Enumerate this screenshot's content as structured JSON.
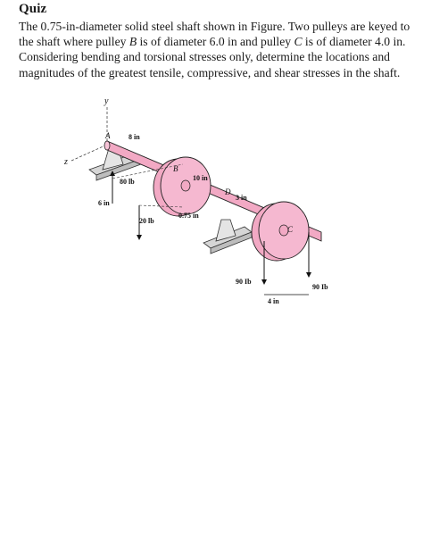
{
  "title": "Quiz",
  "problem": {
    "p1": "The 0.75-in-diameter solid steel shaft shown in Figure. Two pulleys are keyed to the shaft where pulley ",
    "pulley_b": "B",
    "p2": " is of diameter 6.0 in and pulley ",
    "pulley_c": "C",
    "p3": " is of diameter 4.0 in. Considering bending and torsional stresses only, determine the locations and magnitudes of the greatest tensile, compressive, and shear stresses in the shaft."
  },
  "figure": {
    "axis_y": "y",
    "axis_z": "z",
    "point_a": "A",
    "point_b": "B",
    "point_c": "C",
    "point_d": "D",
    "dim_8in": "8 in",
    "dim_10in": "10 in",
    "dim_3in": "3 in",
    "dim_4in": "4 in",
    "dim_6in": "6 in",
    "dim_075in": "0.75 in",
    "force_80lb": "80 lb",
    "force_20lb": "20 lb",
    "force_90lb_left": "90 Ib",
    "force_90lb_right": "90 Ib",
    "colors": {
      "pulley": "#f5b8d0",
      "shaft": "#f2a9c4",
      "outline": "#222222",
      "support": "#c8c8c8"
    }
  }
}
